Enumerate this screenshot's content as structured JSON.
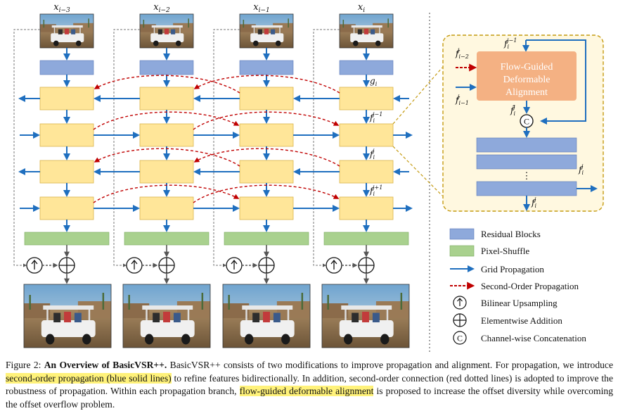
{
  "frames": [
    {
      "label": "x",
      "sub": "i−3"
    },
    {
      "label": "x",
      "sub": "i−2"
    },
    {
      "label": "x",
      "sub": "i−1"
    },
    {
      "label": "x",
      "sub": "i"
    }
  ],
  "annotations": {
    "g": "g",
    "g_sub": "i",
    "f": "f",
    "f_sub": "i",
    "sup_jm1": "j−1",
    "sup_j": "j",
    "sup_jp1": "j+1",
    "f_im2": "i−2",
    "f_im1": "i−1",
    "ellipsis": "⋮"
  },
  "fgda_module": {
    "title_lines": [
      "Flow-Guided",
      "Deformable",
      "Alignment"
    ],
    "concat_symbol": "C"
  },
  "legend": [
    {
      "key": "residual",
      "label": "Residual Blocks",
      "color": "#8ea9db"
    },
    {
      "key": "pixel",
      "label": "Pixel-Shuffle",
      "color": "#a9d18e"
    },
    {
      "key": "grid",
      "label": "Grid Propagation",
      "color": "#1f6fbf"
    },
    {
      "key": "second",
      "label": "Second-Order Propagation",
      "color": "#c00000"
    },
    {
      "key": "upsample",
      "label": "Bilinear Upsampling",
      "symbol": "↑"
    },
    {
      "key": "add",
      "label": "Elementwise Addition",
      "symbol": "⊕"
    },
    {
      "key": "concat",
      "label": "Channel-wise Concatenation",
      "symbol": "C"
    }
  ],
  "colors": {
    "feature_block": "#ffe699",
    "feature_border": "#d9b44a",
    "residual": "#8ea9db",
    "pixel_shuffle": "#a9d18e",
    "fgda_fill": "#f4b183",
    "fgda_text": "#ffffff",
    "panel_fill": "#fff8e0",
    "panel_border": "#c49a10",
    "grid_arrow": "#1f6fbf",
    "second_order": "#c00000"
  },
  "caption": {
    "fig": "Figure 2:",
    "title": "An Overview of BasicVSR++.",
    "t1": " BasicVSR++ consists of two modifications to improve propagation and alignment. For propagation, we introduce ",
    "h1": "second-order propagation (blue solid lines)",
    "t2": " to refine features bidirectionally. In addition, second-order connection (red dotted lines) is adopted to improve the robustness of propagation. Within each propagation branch, ",
    "h2": "flow-guided deformable alignment",
    "t3": " is proposed to increase the offset diversity while overcoming the offset overflow problem."
  }
}
